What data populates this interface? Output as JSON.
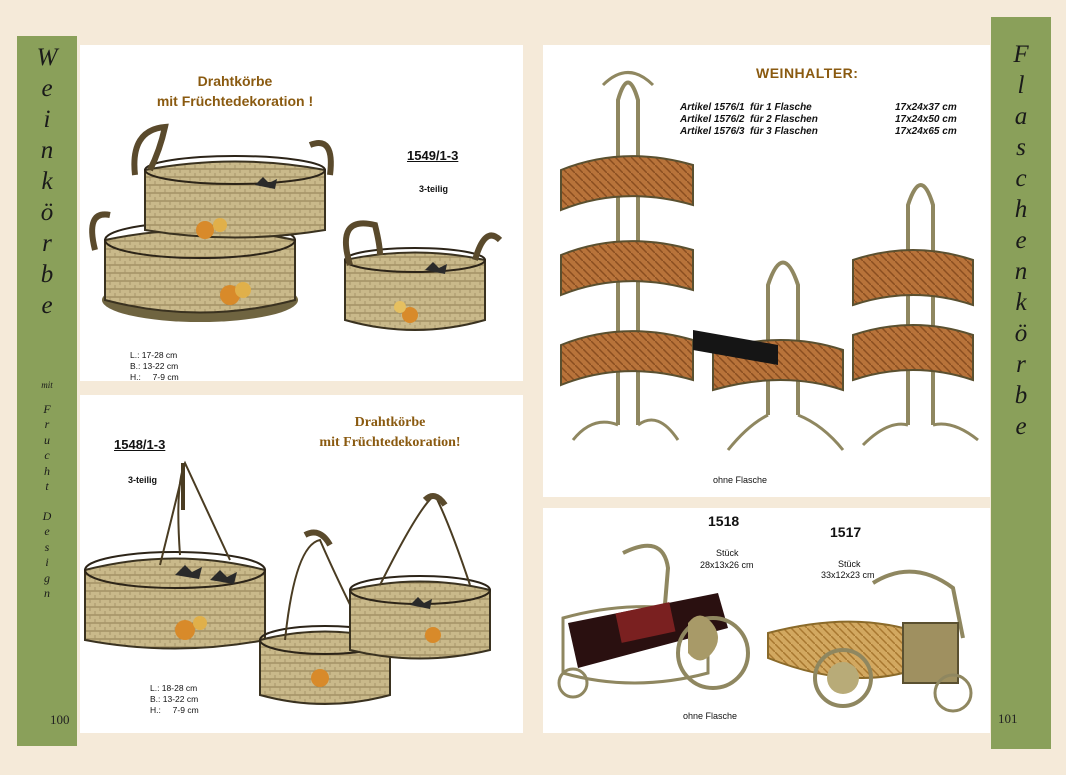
{
  "left_sidebar": {
    "big": [
      "W",
      "e",
      "i",
      "n",
      "k",
      "ö",
      "r",
      "b",
      "e"
    ],
    "small": [
      "mit",
      "",
      "F",
      "r",
      "u",
      "c",
      "h",
      "t",
      "",
      "D",
      "e",
      "s",
      "i",
      "g",
      "n"
    ]
  },
  "right_sidebar": {
    "big": [
      "F",
      "l",
      "a",
      "s",
      "c",
      "h",
      "e",
      "n",
      "k",
      "ö",
      "r",
      "b",
      "e"
    ]
  },
  "page_numbers": {
    "left": "100",
    "right": "101"
  },
  "panel1": {
    "title_line1": "Drahtkörbe",
    "title_line2": "mit Früchtedekoration !",
    "code": "1549/1-3",
    "count": "3-teilig",
    "dims": [
      "L.: 17-28 cm",
      "B.: 13-22 cm",
      "H.:     7-9 cm"
    ]
  },
  "panel2": {
    "title_line1": "Drahtkörbe",
    "title_line2": "mit Früchtedekoration!",
    "code": "1548/1-3",
    "count": "3-teilig",
    "dims": [
      "L.: 18-28 cm",
      "B.: 13-22 cm",
      "H.:     7-9 cm"
    ]
  },
  "panel3": {
    "title": "WEINHALTER:",
    "items": [
      {
        "article": "Artikel 1576/1  für 1 Flasche",
        "size": "17x24x37 cm"
      },
      {
        "article": "Artikel 1576/2  für 2 Flaschen",
        "size": "17x24x50 cm"
      },
      {
        "article": "Artikel 1576/3  für 3 Flaschen",
        "size": "17x24x65 cm"
      }
    ],
    "note": "ohne Flasche"
  },
  "panel4": {
    "code_a": "1518",
    "piece_a": "Stück",
    "size_a": "28x13x26 cm",
    "code_b": "1517",
    "piece_b": "Stück",
    "size_b": "33x12x23 cm",
    "note": "ohne Flasche"
  },
  "colors": {
    "background": "#f5ead9",
    "sidebar": "#8aa05a",
    "title_brown": "#8a5a10"
  }
}
